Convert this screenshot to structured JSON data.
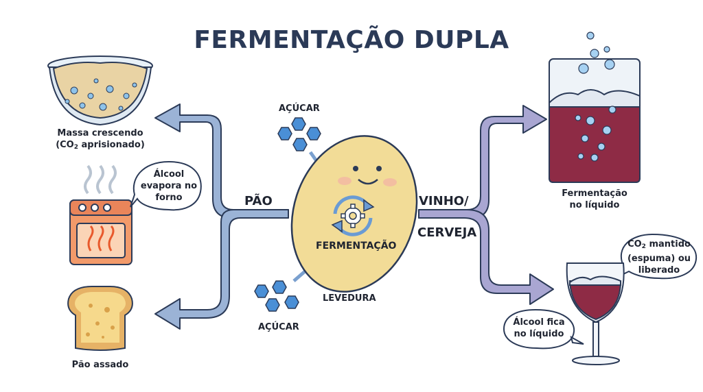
{
  "title": "FERMENTAÇÃO DUPLA",
  "center": {
    "process_label": "FERMENTAÇÃO",
    "yeast_label": "LEVEDURA",
    "sugar_top": "AÇÚCAR",
    "sugar_bottom": "AÇÚCAR"
  },
  "left_branch": {
    "label": "PÃO",
    "dough_caption_line1": "Massa crescendo",
    "dough_caption_line2_pre": "(CO",
    "dough_caption_line2_sub": "2",
    "dough_caption_line2_post": " aprisionado)",
    "oven_bubble_line1": "Álcool",
    "oven_bubble_line2": "evapora no",
    "oven_bubble_line3": "forno",
    "bread_caption": "Pão assado"
  },
  "right_branch": {
    "label_line1": "VINHO/",
    "label_line2": "CERVEJA",
    "liquid_caption_line1": "Fermentação",
    "liquid_caption_line2": "no líquido",
    "co2_bubble_pre": "CO",
    "co2_bubble_sub": "2",
    "co2_bubble_line1_post": " mantido",
    "co2_bubble_line2": "(espuma) ou",
    "co2_bubble_line3": "liberado",
    "alcohol_bubble_line1": "Álcool fica",
    "alcohol_bubble_line2": "no líquido"
  },
  "colors": {
    "left_arrow": "#9bb3d6",
    "right_arrow": "#a9a6d2",
    "yeast": "#f2dc97",
    "wine": "#8e2b45",
    "hexagon": "#4a8fd6",
    "title": "#2b3a57"
  },
  "icons": [
    "dough-bowl-icon",
    "oven-icon",
    "bread-icon",
    "yeast-cell-icon",
    "cycle-gear-icon",
    "beaker-icon",
    "wine-glass-icon",
    "sugar-hexagon-icon"
  ]
}
